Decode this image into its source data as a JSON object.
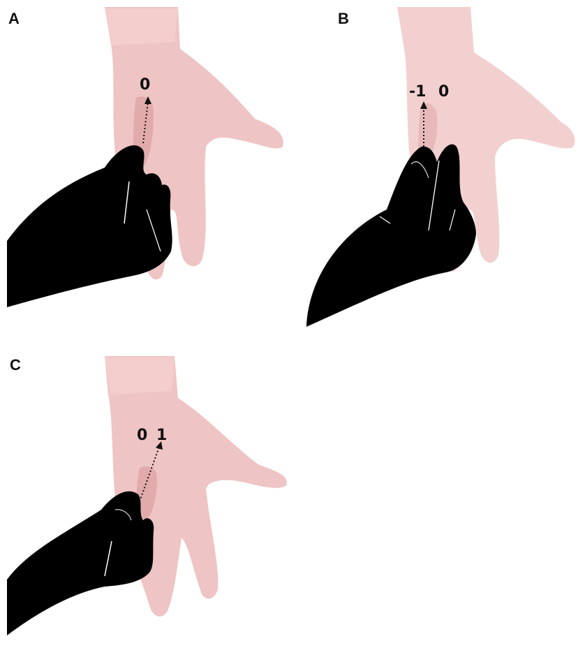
{
  "panels": [
    {
      "label": "A",
      "numbers": [
        "0"
      ]
    },
    {
      "label": "B",
      "numbers": [
        "-1",
        "0"
      ]
    },
    {
      "label": "C",
      "numbers": [
        "0",
        "1"
      ]
    }
  ],
  "colors": {
    "patient_glove": "#f0c3c3",
    "patient_glove_shadow": "#d99a9a",
    "examiner_glove": "#000000",
    "background": "#ffffff"
  }
}
